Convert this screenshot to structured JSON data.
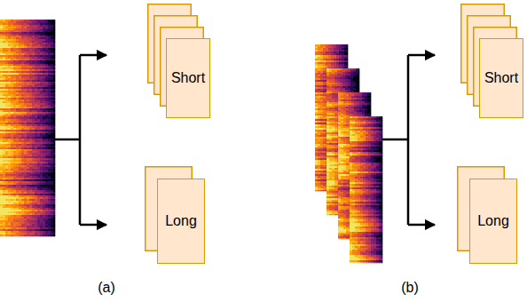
{
  "diagram": {
    "nodes": [
      {
        "text": [
          "Short"
        ]
      },
      {
        "text": [
          "Long"
        ]
      },
      {
        "text": [
          "Short"
        ]
      },
      {
        "text": [
          "Long"
        ]
      }
    ],
    "labels": [
      "(a)",
      "(b)"
    ]
  }
}
